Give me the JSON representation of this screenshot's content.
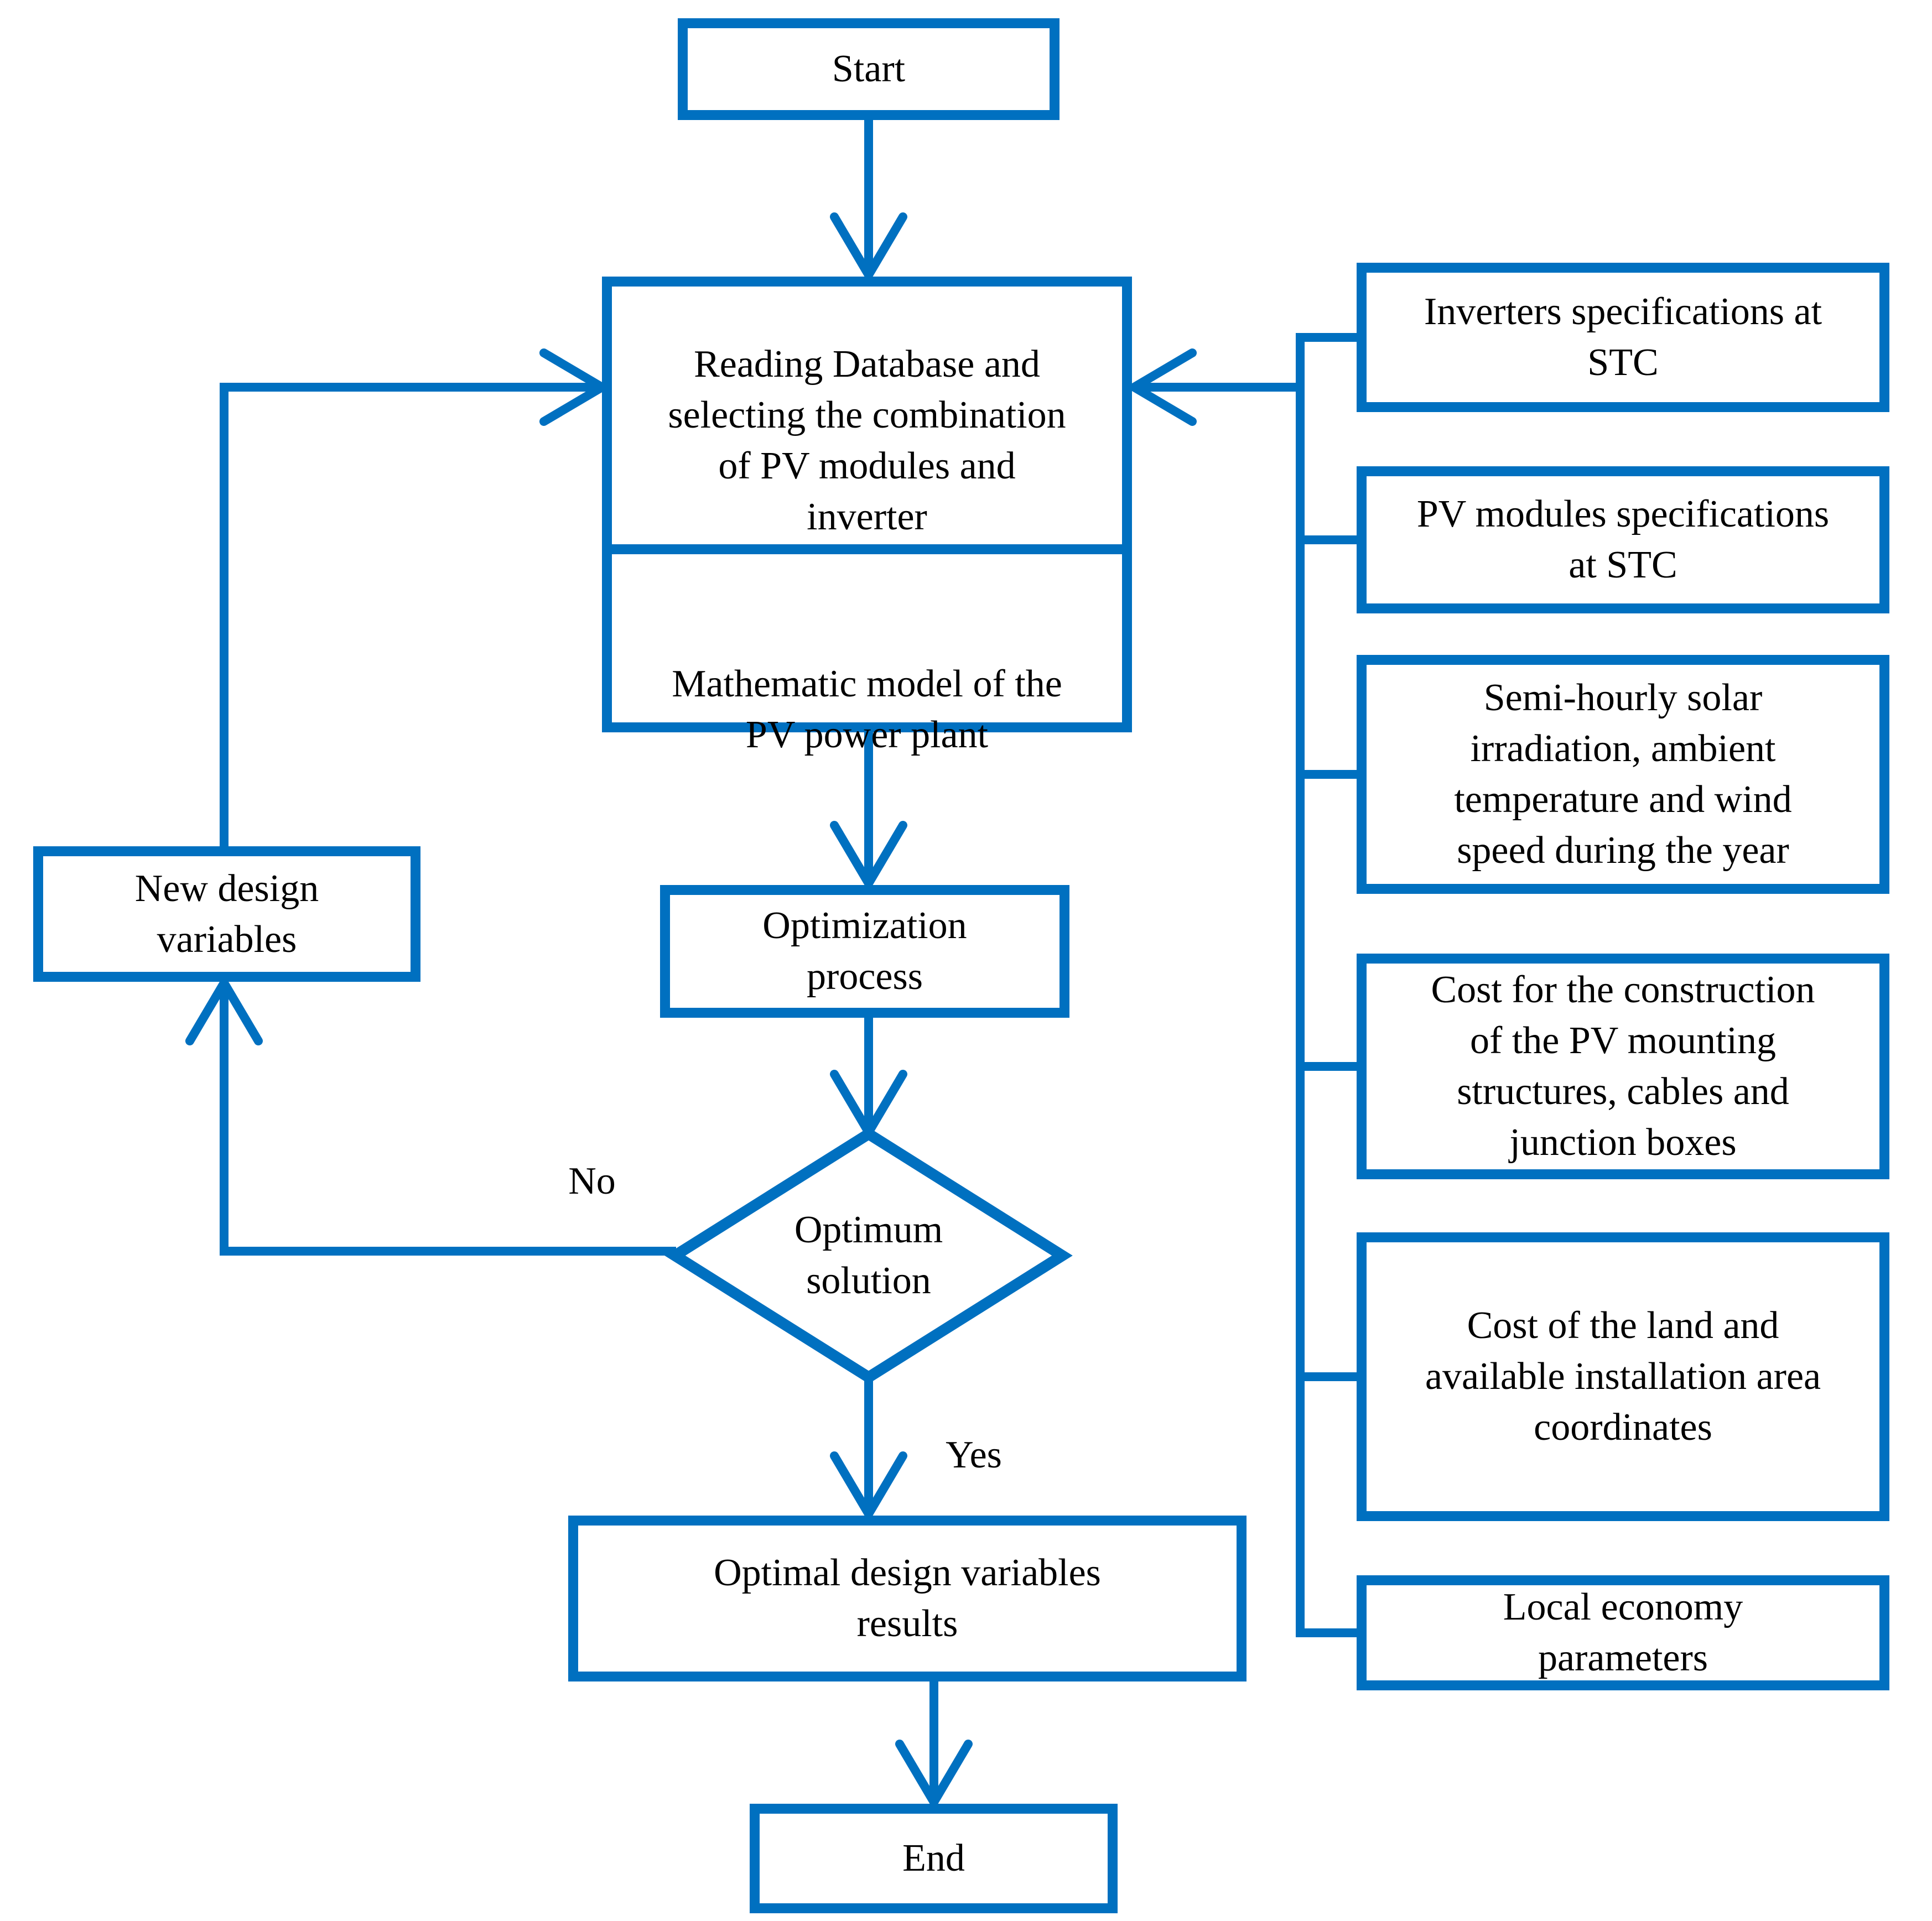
{
  "colors": {
    "accent": "#0070C0",
    "text": "#000000",
    "background": "#FFFFFF"
  },
  "flowchart": {
    "nodes": {
      "start": "Start",
      "reading_database": "Reading Database and\nselecting the combination\nof PV modules and\ninverter",
      "math_model": "Mathematic model of the\nPV power plant",
      "optimization": "Optimization\nprocess",
      "decision": "Optimum\nsolution",
      "new_design": "New design\nvariables",
      "optimal_results": "Optimal design variables\nresults",
      "end": "End"
    },
    "decision_branches": {
      "no": "No",
      "yes": "Yes"
    },
    "inputs": [
      {
        "label": "Inverters specifications at\nSTC"
      },
      {
        "label": "PV modules specifications\nat STC"
      },
      {
        "label": "Semi-hourly solar\nirradiation, ambient\ntemperature and wind\nspeed during the year"
      },
      {
        "label": "Cost for the construction\nof the PV mounting\nstructures, cables and\njunction boxes"
      },
      {
        "label": "Cost of the land and\navailable installation area\ncoordinates"
      },
      {
        "label": "Local economy\nparameters"
      }
    ]
  }
}
